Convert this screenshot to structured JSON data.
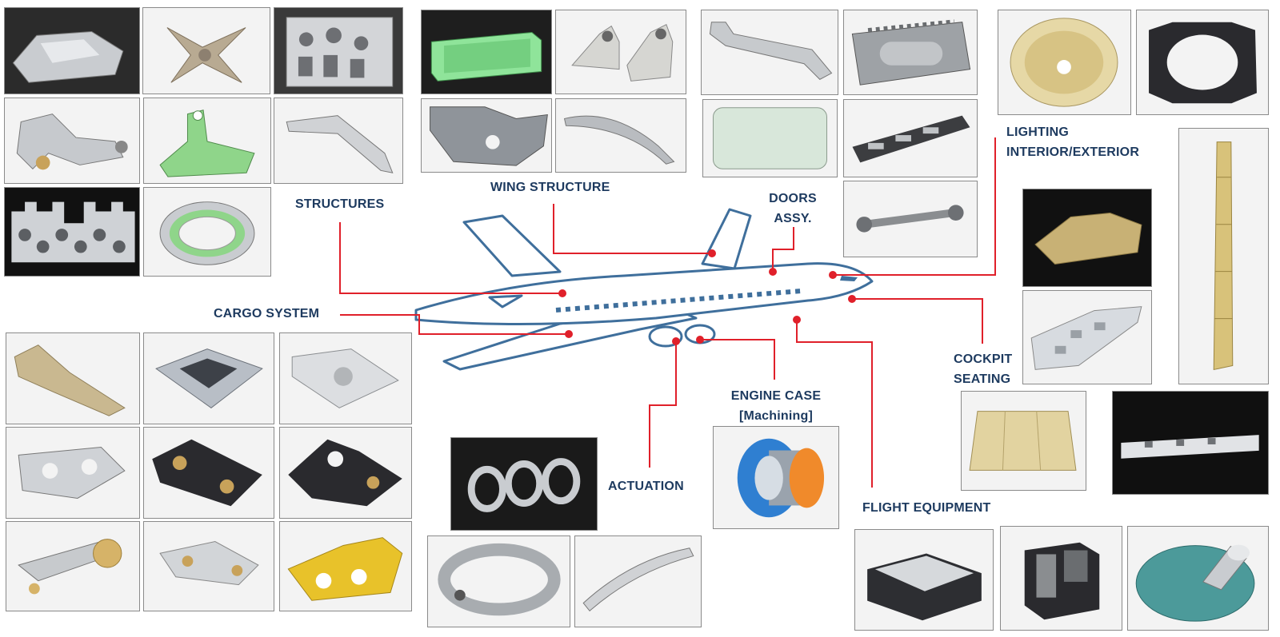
{
  "labels": {
    "structures": "STRUCTURES",
    "wing_structure": "WING STRUCTURE",
    "doors_line1": "DOORS",
    "doors_line2": "ASSY.",
    "lighting_line1": "LIGHTING",
    "lighting_line2": "INTERIOR/EXTERIOR",
    "cargo_system": "CARGO SYSTEM",
    "cockpit_line1": "COCKPIT",
    "cockpit_line2": "SEATING",
    "engine_line1": "ENGINE CASE",
    "engine_line2": "[Machining]",
    "actuation": "ACTUATION",
    "flight_equipment": "FLIGHT EQUIPMENT"
  },
  "colors": {
    "label_text": "#1d3a5f",
    "leader_line": "#e0202a",
    "plane_outline": "#3f6f9c",
    "part_aluminum": "#c9ccd0",
    "part_green": "#8fd58a",
    "part_black": "#2a2a2e",
    "part_gold": "#d8c27a",
    "part_yellow": "#e8c22a"
  },
  "icons": [
    "airplane-outline-icon",
    "machined-part-icon",
    "engine-cutaway-icon"
  ]
}
